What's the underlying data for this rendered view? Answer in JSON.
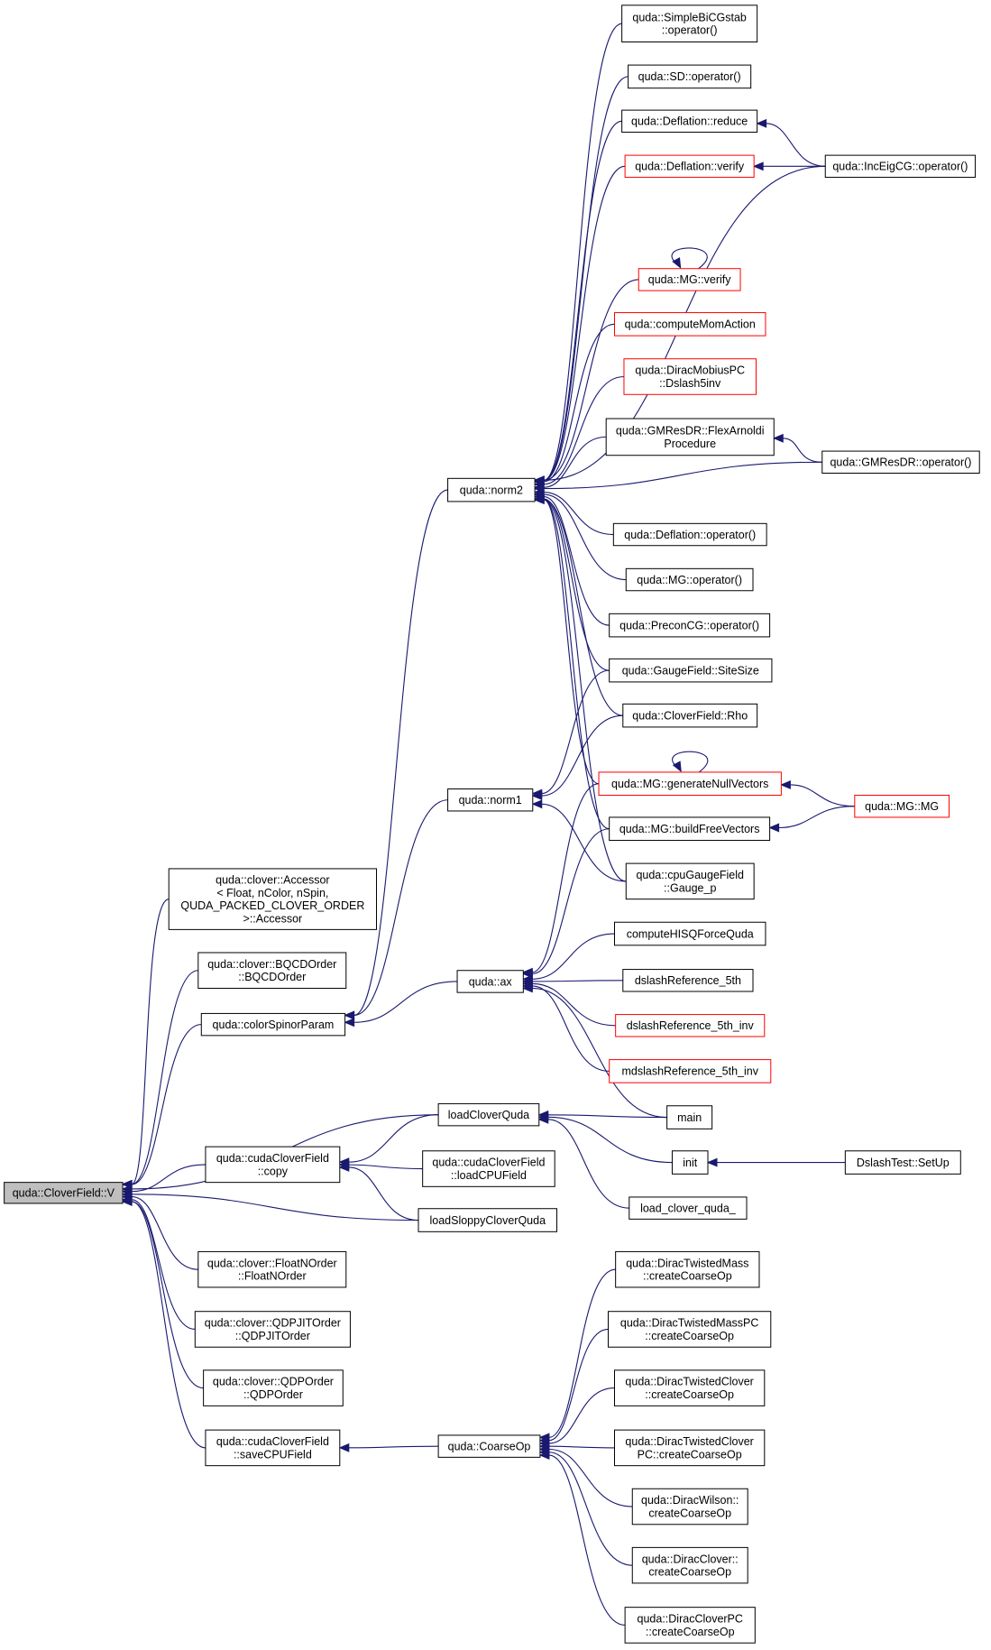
{
  "nodes": [
    {
      "id": "root",
      "lines": [
        "quda::CloverField::V"
      ],
      "highlight": true,
      "red": false
    },
    {
      "id": "accessor",
      "lines": [
        "quda::clover::Accessor",
        "< Float, nColor, nSpin,",
        " QUDA_PACKED_CLOVER_ORDER",
        " >::Accessor"
      ],
      "red": false
    },
    {
      "id": "bqcd",
      "lines": [
        "quda::clover::BQCDOrder",
        "::BQCDOrder"
      ],
      "red": false
    },
    {
      "id": "colorSpinorParam",
      "lines": [
        "quda::colorSpinorParam"
      ],
      "red": false
    },
    {
      "id": "copy",
      "lines": [
        "quda::cudaCloverField",
        "::copy"
      ],
      "red": false
    },
    {
      "id": "floatN",
      "lines": [
        "quda::clover::FloatNOrder",
        "::FloatNOrder"
      ],
      "red": false
    },
    {
      "id": "qdpjit",
      "lines": [
        "quda::clover::QDPJITOrder",
        "::QDPJITOrder"
      ],
      "red": false
    },
    {
      "id": "qdp",
      "lines": [
        "quda::clover::QDPOrder",
        "::QDPOrder"
      ],
      "red": false
    },
    {
      "id": "saveCPU",
      "lines": [
        "quda::cudaCloverField",
        "::saveCPUField"
      ],
      "red": false
    },
    {
      "id": "loadCloverQuda",
      "lines": [
        "loadCloverQuda"
      ],
      "red": false
    },
    {
      "id": "loadCPU",
      "lines": [
        "quda::cudaCloverField",
        "::loadCPUField"
      ],
      "red": false
    },
    {
      "id": "loadSloppy",
      "lines": [
        "loadSloppyCloverQuda"
      ],
      "red": false
    },
    {
      "id": "norm2",
      "lines": [
        "quda::norm2"
      ],
      "red": false
    },
    {
      "id": "norm1",
      "lines": [
        "quda::norm1"
      ],
      "red": false
    },
    {
      "id": "ax",
      "lines": [
        "quda::ax"
      ],
      "red": false
    },
    {
      "id": "coarseOp",
      "lines": [
        "quda::CoarseOp"
      ],
      "red": false
    },
    {
      "id": "simpleBiCG",
      "lines": [
        "quda::SimpleBiCGstab",
        "::operator()"
      ],
      "red": false
    },
    {
      "id": "sd",
      "lines": [
        "quda::SD::operator()"
      ],
      "red": false
    },
    {
      "id": "deflReduce",
      "lines": [
        "quda::Deflation::reduce"
      ],
      "red": false
    },
    {
      "id": "deflVerify",
      "lines": [
        "quda::Deflation::verify"
      ],
      "red": true
    },
    {
      "id": "mgVerify",
      "lines": [
        "quda::MG::verify"
      ],
      "red": true
    },
    {
      "id": "momAction",
      "lines": [
        "quda::computeMomAction"
      ],
      "red": true
    },
    {
      "id": "mobius",
      "lines": [
        "quda::DiracMobiusPC",
        "::Dslash5inv"
      ],
      "red": true
    },
    {
      "id": "flexArnoldi",
      "lines": [
        "quda::GMResDR::FlexArnoldi",
        "Procedure"
      ],
      "red": false
    },
    {
      "id": "deflOp",
      "lines": [
        "quda::Deflation::operator()"
      ],
      "red": false
    },
    {
      "id": "mgOp",
      "lines": [
        "quda::MG::operator()"
      ],
      "red": false
    },
    {
      "id": "preconCG",
      "lines": [
        "quda::PreconCG::operator()"
      ],
      "red": false
    },
    {
      "id": "siteSize",
      "lines": [
        "quda::GaugeField::SiteSize"
      ],
      "red": false
    },
    {
      "id": "rho",
      "lines": [
        "quda::CloverField::Rho"
      ],
      "red": false
    },
    {
      "id": "genNull",
      "lines": [
        "quda::MG::generateNullVectors"
      ],
      "red": true
    },
    {
      "id": "buildFree",
      "lines": [
        "quda::MG::buildFreeVectors"
      ],
      "red": false
    },
    {
      "id": "gaugeP",
      "lines": [
        "quda::cpuGaugeField",
        "::Gauge_p"
      ],
      "red": false
    },
    {
      "id": "hisq",
      "lines": [
        "computeHISQForceQuda"
      ],
      "red": false
    },
    {
      "id": "dslash5",
      "lines": [
        "dslashReference_5th"
      ],
      "red": false
    },
    {
      "id": "dslash5inv",
      "lines": [
        "dslashReference_5th_inv"
      ],
      "red": true
    },
    {
      "id": "mdslash5inv",
      "lines": [
        "mdslashReference_5th_inv"
      ],
      "red": true
    },
    {
      "id": "main",
      "lines": [
        "main"
      ],
      "red": false
    },
    {
      "id": "init",
      "lines": [
        "init"
      ],
      "red": false
    },
    {
      "id": "loadCloverQuda_",
      "lines": [
        "load_clover_quda_"
      ],
      "red": false
    },
    {
      "id": "incEigCG",
      "lines": [
        "quda::IncEigCG::operator()"
      ],
      "red": false
    },
    {
      "id": "gmresOp",
      "lines": [
        "quda::GMResDR::operator()"
      ],
      "red": false
    },
    {
      "id": "mgMG",
      "lines": [
        "quda::MG::MG"
      ],
      "red": true
    },
    {
      "id": "setUp",
      "lines": [
        "DslashTest::SetUp"
      ],
      "red": false
    },
    {
      "id": "twMass",
      "lines": [
        "quda::DiracTwistedMass",
        "::createCoarseOp"
      ],
      "red": false
    },
    {
      "id": "twMassPC",
      "lines": [
        "quda::DiracTwistedMassPC",
        "::createCoarseOp"
      ],
      "red": false
    },
    {
      "id": "twClover",
      "lines": [
        "quda::DiracTwistedClover",
        "::createCoarseOp"
      ],
      "red": false
    },
    {
      "id": "twCloverPC",
      "lines": [
        "quda::DiracTwistedClover",
        "PC::createCoarseOp"
      ],
      "red": false
    },
    {
      "id": "wilson",
      "lines": [
        "quda::DiracWilson::",
        "createCoarseOp"
      ],
      "red": false
    },
    {
      "id": "clover",
      "lines": [
        "quda::DiracClover::",
        "createCoarseOp"
      ],
      "red": false
    },
    {
      "id": "cloverPC",
      "lines": [
        "quda::DiracCloverPC",
        "::createCoarseOp"
      ],
      "red": false
    }
  ],
  "edges": [
    [
      "accessor",
      "root"
    ],
    [
      "bqcd",
      "root"
    ],
    [
      "colorSpinorParam",
      "root"
    ],
    [
      "copy",
      "root"
    ],
    [
      "floatN",
      "root"
    ],
    [
      "qdpjit",
      "root"
    ],
    [
      "qdp",
      "root"
    ],
    [
      "saveCPU",
      "root"
    ],
    [
      "loadCloverQuda",
      "root"
    ],
    [
      "loadSloppy",
      "root"
    ],
    [
      "loadCloverQuda",
      "copy"
    ],
    [
      "loadCPU",
      "copy"
    ],
    [
      "loadSloppy",
      "copy"
    ],
    [
      "coarseOp",
      "saveCPU"
    ],
    [
      "norm2",
      "colorSpinorParam"
    ],
    [
      "norm1",
      "colorSpinorParam"
    ],
    [
      "ax",
      "colorSpinorParam"
    ],
    [
      "simpleBiCG",
      "norm2"
    ],
    [
      "sd",
      "norm2"
    ],
    [
      "deflReduce",
      "norm2"
    ],
    [
      "deflVerify",
      "norm2"
    ],
    [
      "incEigCG",
      "norm2"
    ],
    [
      "mgVerify",
      "norm2"
    ],
    [
      "momAction",
      "norm2"
    ],
    [
      "mobius",
      "norm2"
    ],
    [
      "flexArnoldi",
      "norm2"
    ],
    [
      "gmresOp",
      "norm2"
    ],
    [
      "deflOp",
      "norm2"
    ],
    [
      "mgOp",
      "norm2"
    ],
    [
      "preconCG",
      "norm2"
    ],
    [
      "siteSize",
      "norm2"
    ],
    [
      "rho",
      "norm2"
    ],
    [
      "genNull",
      "norm2"
    ],
    [
      "buildFree",
      "norm2"
    ],
    [
      "gaugeP",
      "norm2"
    ],
    [
      "siteSize",
      "norm1"
    ],
    [
      "rho",
      "norm1"
    ],
    [
      "gaugeP",
      "norm1"
    ],
    [
      "genNull",
      "ax"
    ],
    [
      "buildFree",
      "ax"
    ],
    [
      "hisq",
      "ax"
    ],
    [
      "dslash5",
      "ax"
    ],
    [
      "dslash5inv",
      "ax"
    ],
    [
      "mdslash5inv",
      "ax"
    ],
    [
      "main",
      "ax"
    ],
    [
      "main",
      "loadCloverQuda"
    ],
    [
      "init",
      "loadCloverQuda"
    ],
    [
      "loadCloverQuda_",
      "loadCloverQuda"
    ],
    [
      "incEigCG",
      "deflReduce"
    ],
    [
      "incEigCG",
      "deflVerify"
    ],
    [
      "mgVerify",
      "mgVerify"
    ],
    [
      "gmresOp",
      "flexArnoldi"
    ],
    [
      "genNull",
      "genNull"
    ],
    [
      "mgMG",
      "genNull"
    ],
    [
      "mgMG",
      "buildFree"
    ],
    [
      "setUp",
      "init"
    ],
    [
      "twMass",
      "coarseOp"
    ],
    [
      "twMassPC",
      "coarseOp"
    ],
    [
      "twClover",
      "coarseOp"
    ],
    [
      "twCloverPC",
      "coarseOp"
    ],
    [
      "wilson",
      "coarseOp"
    ],
    [
      "clover",
      "coarseOp"
    ],
    [
      "cloverPC",
      "coarseOp"
    ]
  ]
}
